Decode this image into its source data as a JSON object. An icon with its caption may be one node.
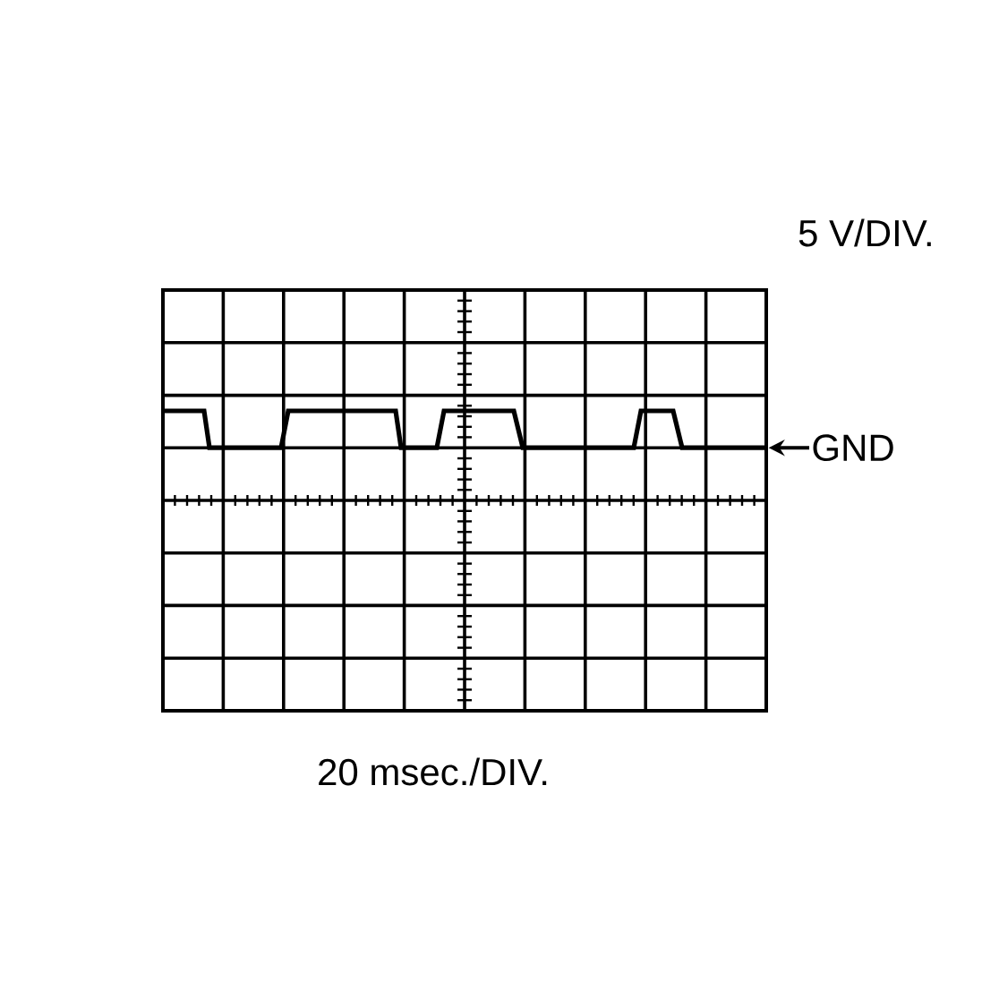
{
  "diagram": {
    "nodes": [
      {
        "text": [
          "GND"
        ]
      },
      {
        "text": [],
        "shape": "picture"
      }
    ],
    "edges": [
      {
        "from": 0,
        "to": 1,
        "arrow": "to"
      }
    ],
    "labels": [
      "5 V/DIV.",
      "20 msec./DIV."
    ]
  }
}
